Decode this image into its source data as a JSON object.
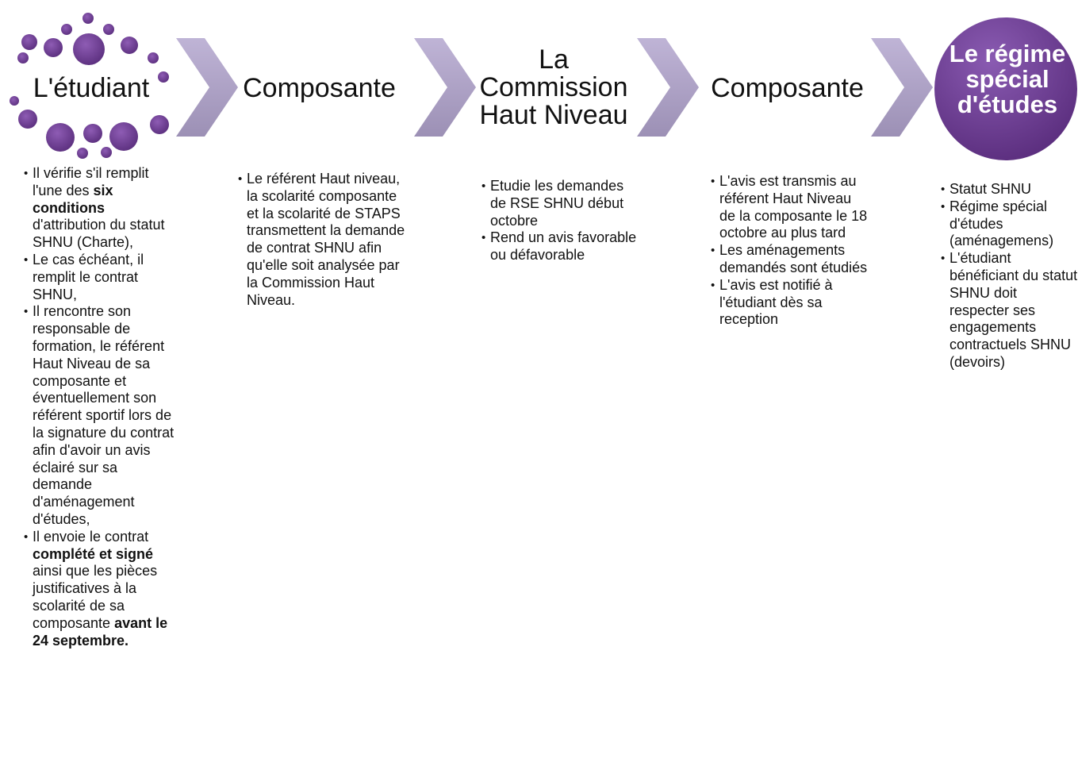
{
  "colors": {
    "accent_dark": "#5b2f7e",
    "accent": "#7b4a9e",
    "chevron": "#b9aed0"
  },
  "steps": [
    {
      "title": "L'étudiant",
      "bullets": [
        [
          {
            "t": "Il vérifie s'il remplit l'une des "
          },
          {
            "t": "six conditions",
            "b": true
          },
          {
            "t": " d'attribution du statut SHNU (Charte),"
          }
        ],
        [
          {
            "t": "Le cas échéant, il remplit le contrat SHNU,"
          }
        ],
        [
          {
            "t": "Il rencontre son responsable de formation, le référent Haut Niveau de sa composante et éventuellement son référent sportif lors de la signature du contrat afin d'avoir un avis éclairé sur sa demande d'aménagement d'études,"
          }
        ],
        [
          {
            "t": "Il envoie le contrat "
          },
          {
            "t": "complété et signé",
            "b": true
          },
          {
            "t": " ainsi que les pièces justificatives à la scolarité de sa composante "
          },
          {
            "t": "avant le 24 septembre.",
            "b": true
          }
        ]
      ]
    },
    {
      "title": "Composante",
      "bullets": [
        [
          {
            "t": "Le référent Haut niveau, la scolarité composante et la scolarité de STAPS transmettent la demande de contrat SHNU afin qu'elle soit analysée par la Commission Haut Niveau."
          }
        ]
      ]
    },
    {
      "title": "La Commission Haut Niveau",
      "bullets": [
        [
          {
            "t": "Etudie les demandes de RSE SHNU début octobre"
          }
        ],
        [
          {
            "t": "Rend un avis favorable ou défavorable"
          }
        ]
      ]
    },
    {
      "title": "Composante",
      "bullets": [
        [
          {
            "t": "L'avis est transmis au référent Haut Niveau de la composante le 18 octobre au plus tard"
          }
        ],
        [
          {
            "t": "Les aménagements demandés sont étudiés"
          }
        ],
        [
          {
            "t": "L'avis est notifié à l'étudiant dès sa reception"
          }
        ]
      ]
    },
    {
      "title": "Le régime spécial d'études",
      "bullets": [
        [
          {
            "t": "Statut SHNU"
          }
        ],
        [
          {
            "t": "Régime spécial d'études (aménagemens)"
          }
        ],
        [
          {
            "t": "L'étudiant bénéficiant du statut SHNU doit respecter ses engagements contractuels SHNU (devoirs)"
          }
        ]
      ]
    }
  ]
}
